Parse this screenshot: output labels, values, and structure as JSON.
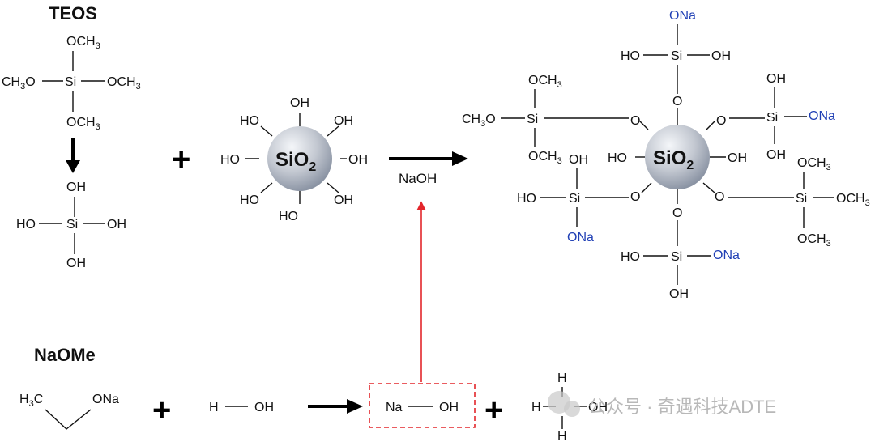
{
  "labels": {
    "teos": "TEOS",
    "naome": "NaOMe",
    "naoh": "NaOH",
    "plus": "+"
  },
  "atoms": {
    "si": "Si",
    "o": "O",
    "oh": "OH",
    "ho": "HO",
    "ona": "ONa",
    "och": "OCH",
    "ch": "CH",
    "ch3o_o": "O",
    "h": "H",
    "h3": "H",
    "c": "C",
    "na": "Na",
    "sio": "SiO",
    "sub2": "2",
    "sub3": "3"
  },
  "watermark": "公众号 · 奇遇科技ADTE",
  "colors": {
    "blue_label": "#1f3fb5",
    "red_highlight": "#e3262b",
    "arrow": "#000000",
    "sphere_light": "#f4f6f9",
    "sphere_dark": "#8a93a3"
  }
}
